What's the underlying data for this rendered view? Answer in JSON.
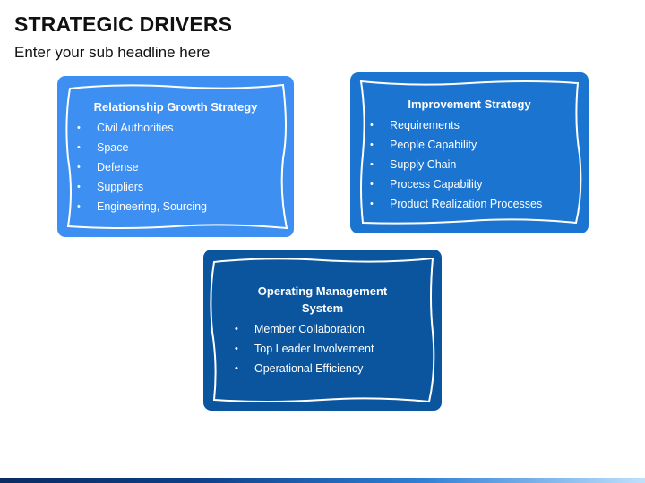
{
  "title": "STRATEGIC DRIVERS",
  "subtitle": "Enter your sub headline here",
  "colors": {
    "card1": "#3d8ff2",
    "card2": "#1b74cf",
    "card3": "#0b559e",
    "text": "#ffffff"
  },
  "bullet": "•",
  "cards": [
    {
      "heading": "Relationship Growth Strategy",
      "items": [
        "Civil Authorities",
        "Space",
        "Defense",
        "Suppliers",
        "Engineering, Sourcing"
      ]
    },
    {
      "heading": "Improvement Strategy",
      "items": [
        "Requirements",
        "People Capability",
        "Supply Chain",
        "Process Capability",
        "Product Realization Processes"
      ]
    },
    {
      "heading": "Operating Management System",
      "items": [
        "Member Collaboration",
        "Top Leader Involvement",
        "Operational Efficiency"
      ]
    }
  ]
}
